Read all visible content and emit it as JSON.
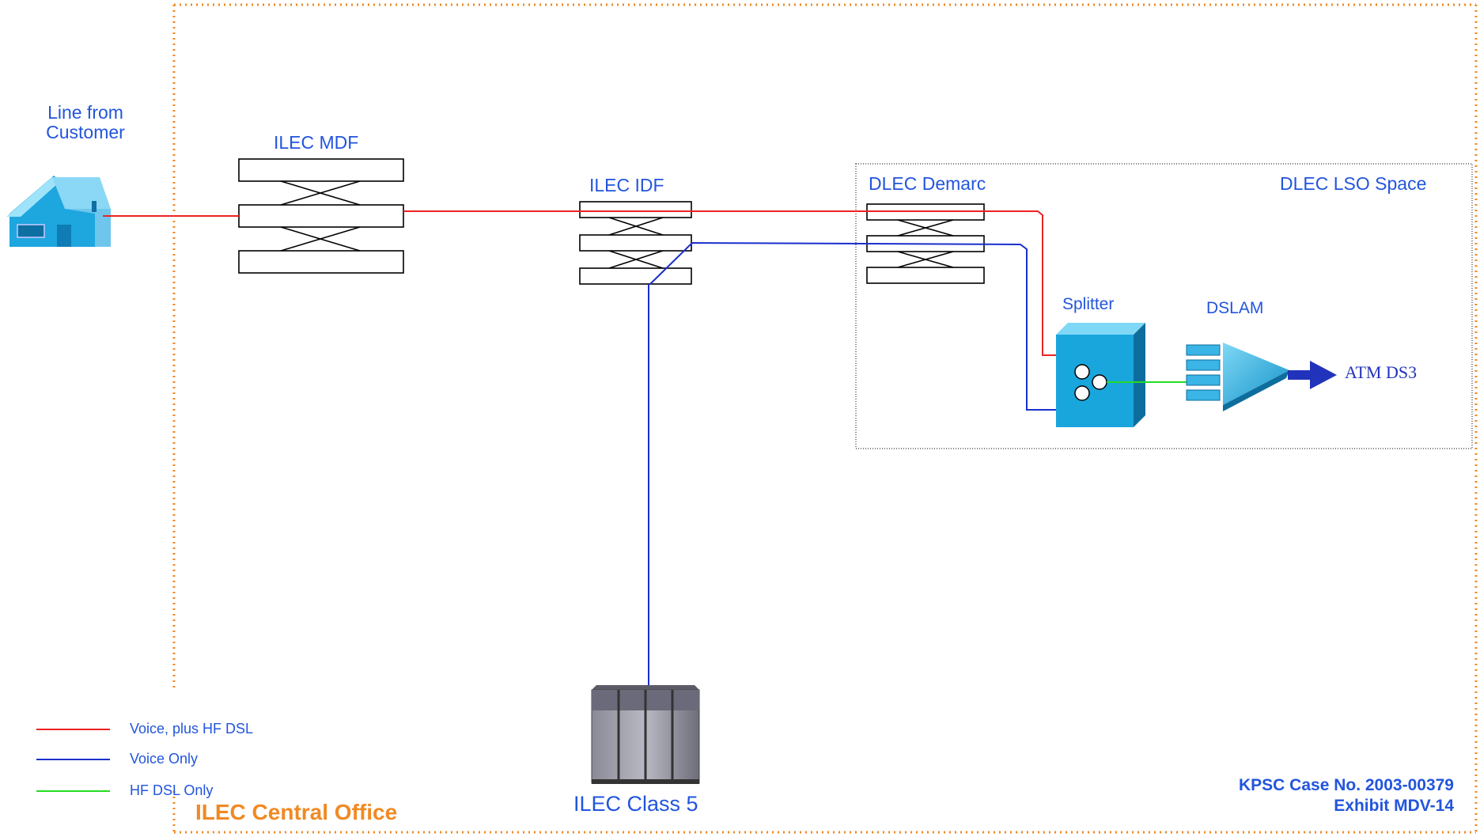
{
  "labels": {
    "line_from_customer": "Line from\nCustomer",
    "ilec_mdf": "ILEC MDF",
    "ilec_idf": "ILEC IDF",
    "dlec_demarc": "DLEC Demarc",
    "dlec_lso_space": "DLEC LSO Space",
    "splitter": "Splitter",
    "dslam": "DSLAM",
    "atm_ds3": "ATM DS3",
    "ilec_class5": "ILEC Class 5",
    "ilec_central_office": "ILEC Central Office"
  },
  "legend": [
    {
      "label": "Voice, plus HF DSL",
      "color": "#ee2222"
    },
    {
      "label": "Voice Only",
      "color": "#1a2fcc"
    },
    {
      "label": "HF DSL Only",
      "color": "#22dd22"
    }
  ],
  "case_info": {
    "line1": "KPSC Case No. 2003-00379",
    "line2": "Exhibit MDV-14"
  },
  "colors": {
    "label_blue": "#2255dd",
    "central_office_orange": "#f08a24",
    "voice_plus_dsl": "#ee2222",
    "voice_only": "#1a2fcc",
    "dsl_only": "#22dd22",
    "device_blue": "#18a6dc"
  },
  "icons": {
    "house": "house-icon",
    "switch": "class5-switch-icon",
    "splitter": "splitter-icon",
    "dslam": "dslam-icon",
    "arrow": "arrow-right-icon"
  }
}
